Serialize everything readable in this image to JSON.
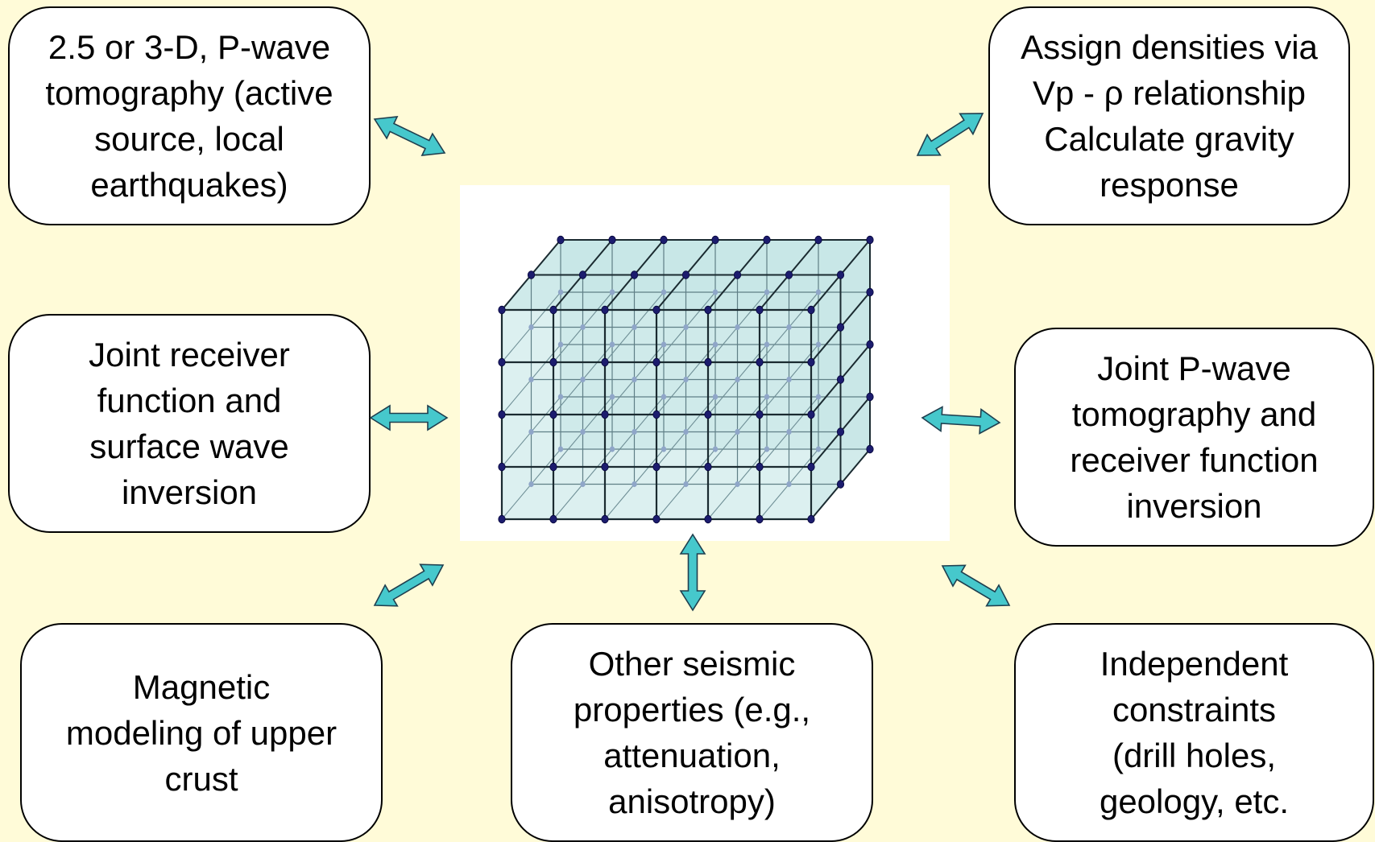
{
  "boxes": {
    "tomography": [
      "2.5 or 3-D, P-wave",
      "tomography (active",
      "source, local",
      "earthquakes)"
    ],
    "densities": [
      "Assign densities via",
      "Vp - ρ relationship",
      "Calculate gravity",
      "response"
    ],
    "receiver_surface": [
      "Joint receiver",
      "function and",
      "surface wave",
      "inversion"
    ],
    "joint_pwave": [
      "Joint P-wave",
      "tomography and",
      "receiver function",
      "inversion"
    ],
    "magnetic": [
      "Magnetic",
      "modeling of upper",
      "crust"
    ],
    "other_seismic": [
      "Other seismic",
      "properties (e.g.,",
      "attenuation,",
      "anisotropy)"
    ],
    "independent": [
      "Independent",
      "constraints",
      "(drill holes,",
      "geology, etc."
    ]
  },
  "central_figure": {
    "icon": "3d-voxel-grid-icon",
    "grid_columns": 6,
    "grid_rows": 4,
    "grid_depth_layers": 2
  },
  "colors": {
    "background": "#fffbd8",
    "arrow_fill": "#46c8cc",
    "cell_fill": "#bfe3e3",
    "node": "#1c1c6e"
  }
}
